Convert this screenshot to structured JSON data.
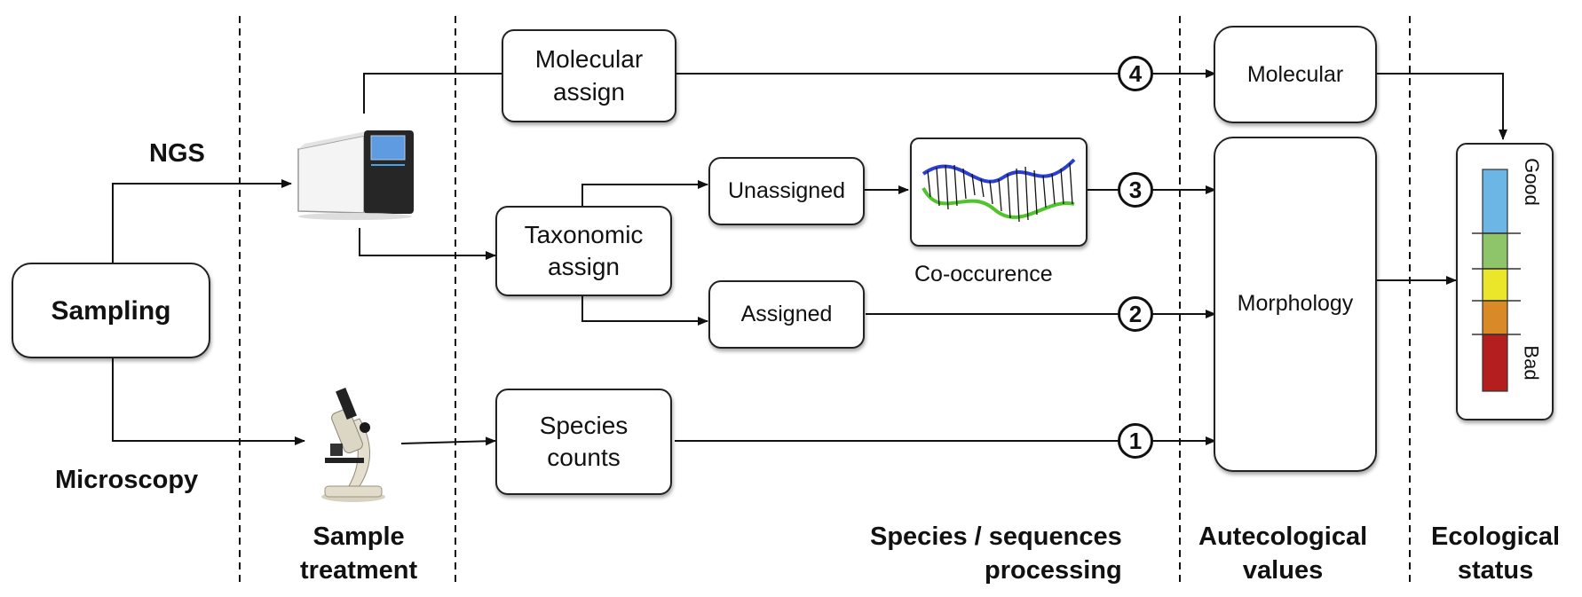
{
  "stages": {
    "sample_treatment": "Sample\ntreatment",
    "species_processing": "Species / sequences\nprocessing",
    "autecological": "Autecological\nvalues",
    "ecological_status": "Ecological\nstatus"
  },
  "methods": {
    "ngs": "NGS",
    "microscopy": "Microscopy"
  },
  "boxes": {
    "sampling": "Sampling",
    "molecular_assign": "Molecular\nassign",
    "taxonomic_assign": "Taxonomic\nassign",
    "unassigned": "Unassigned",
    "assigned": "Assigned",
    "species_counts": "Species\ncounts",
    "molecular": "Molecular",
    "morphology": "Morphology"
  },
  "co_occurrence_label": "Co-occurence",
  "routes": [
    "1",
    "2",
    "3",
    "4"
  ],
  "status_scale": {
    "good": "Good",
    "bad": "Bad",
    "colors": [
      "#6cb6e6",
      "#8ec46a",
      "#ebe62a",
      "#d98a26",
      "#b51e1e"
    ]
  }
}
